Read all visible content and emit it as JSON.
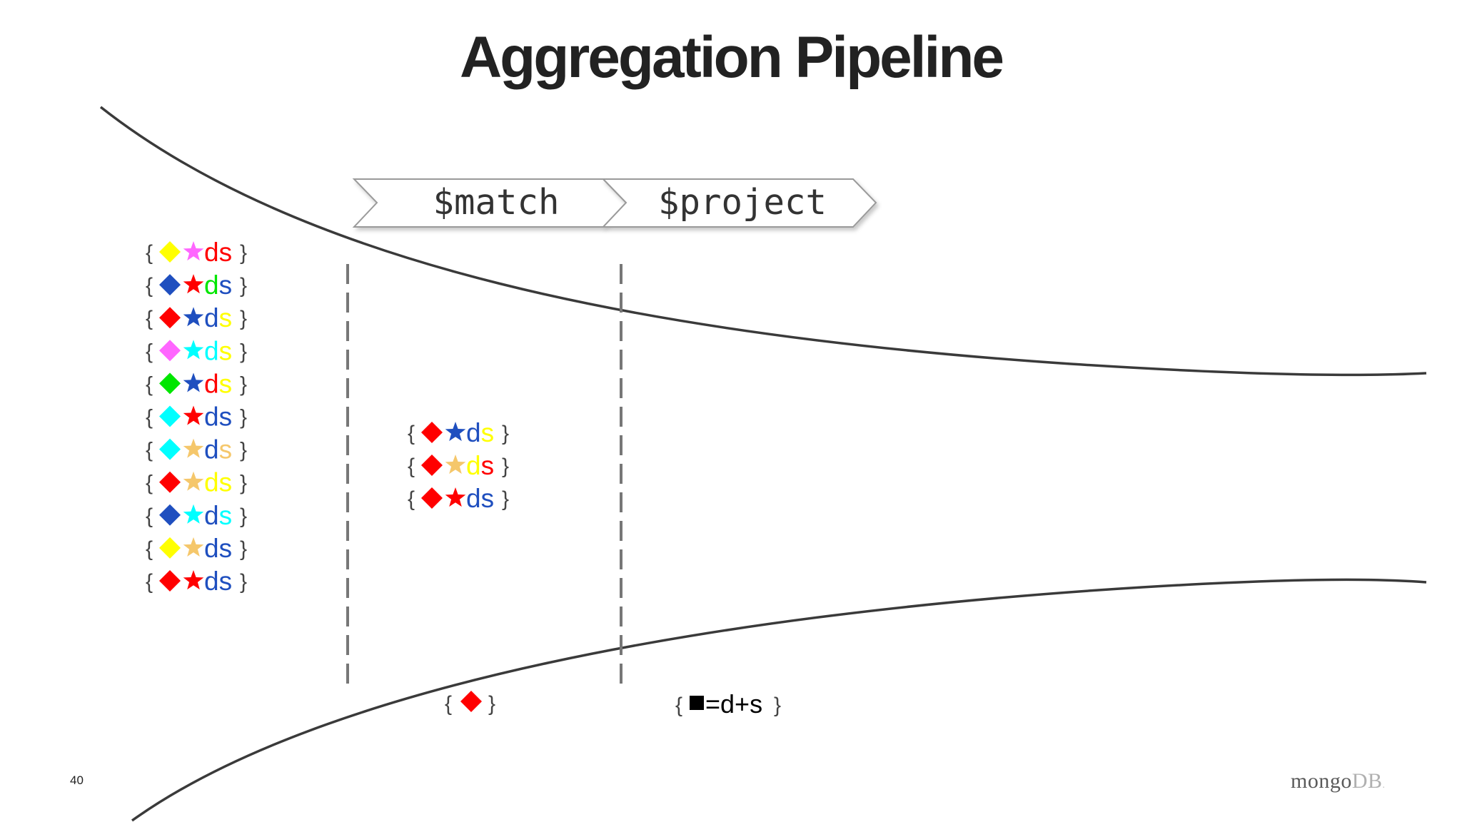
{
  "slide": {
    "title": "Aggregation Pipeline",
    "page_number": "40",
    "logo": {
      "text_main": "mongo",
      "text_b": "DB",
      "text_dot": "."
    }
  },
  "pipeline": {
    "stages": [
      {
        "label": "$match"
      },
      {
        "label": "$project"
      }
    ]
  },
  "colors": {
    "yellow": "#ffff00",
    "magenta": "#ff66ff",
    "red": "#ff0000",
    "blue": "#1f4fbf",
    "green": "#00e600",
    "cyan": "#00ffff",
    "tan": "#f5c76b",
    "black": "#000000",
    "line": "#3a3a3a",
    "dashes": "#777777"
  },
  "icons": {
    "diamond": "diamond-icon",
    "star": "star-icon",
    "square": "square-icon"
  },
  "input_docs": [
    {
      "diamond": "yellow",
      "star": "magenta",
      "d": "red",
      "s": "red"
    },
    {
      "diamond": "blue",
      "star": "red",
      "d": "green",
      "s": "blue"
    },
    {
      "diamond": "red",
      "star": "blue",
      "d": "blue",
      "s": "yellow"
    },
    {
      "diamond": "magenta",
      "star": "cyan",
      "d": "cyan",
      "s": "yellow"
    },
    {
      "diamond": "green",
      "star": "blue",
      "d": "red",
      "s": "yellow"
    },
    {
      "diamond": "cyan",
      "star": "red",
      "d": "blue",
      "s": "blue"
    },
    {
      "diamond": "cyan",
      "star": "tan",
      "d": "blue",
      "s": "tan"
    },
    {
      "diamond": "red",
      "star": "tan",
      "d": "yellow",
      "s": "yellow"
    },
    {
      "diamond": "blue",
      "star": "cyan",
      "d": "blue",
      "s": "cyan"
    },
    {
      "diamond": "yellow",
      "star": "tan",
      "d": "blue",
      "s": "blue"
    },
    {
      "diamond": "red",
      "star": "red",
      "d": "blue",
      "s": "blue"
    }
  ],
  "matched_docs": [
    {
      "diamond": "red",
      "star": "blue",
      "d": "blue",
      "s": "yellow"
    },
    {
      "diamond": "red",
      "star": "tan",
      "d": "yellow",
      "s": "red"
    },
    {
      "diamond": "red",
      "star": "red",
      "d": "blue",
      "s": "blue"
    }
  ],
  "text": {
    "open_brace": "{",
    "close_brace": "}",
    "d": "d",
    "s": "s",
    "match_query": {
      "diamond": "red"
    },
    "project_spec": {
      "expression": "=d+s",
      "square": "black"
    }
  }
}
